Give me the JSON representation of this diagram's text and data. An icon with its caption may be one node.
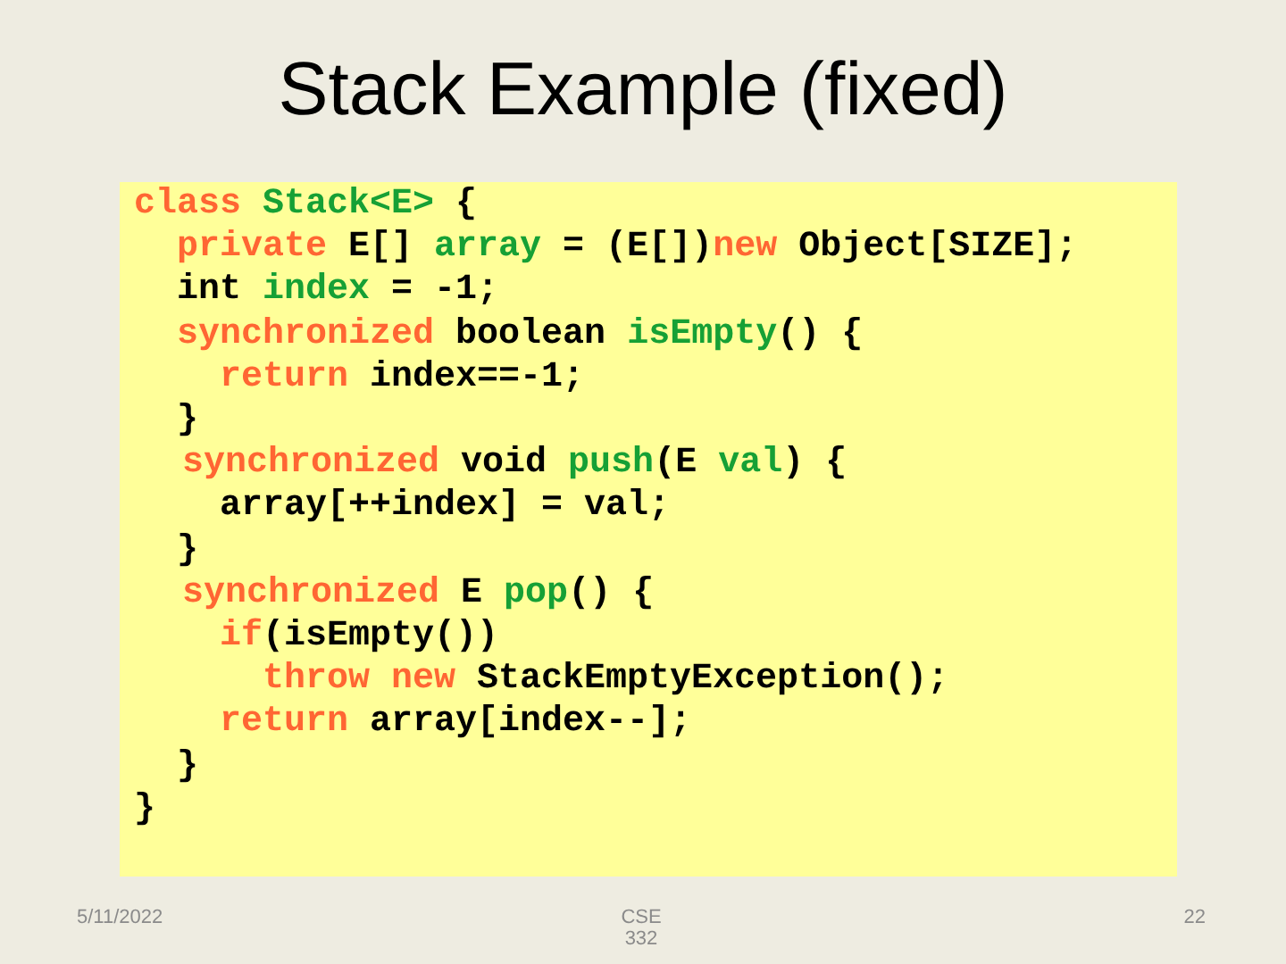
{
  "diagram": {
    "title": "Stack Example (fixed)",
    "nodes": [
      {
        "text": [
          "class Stack<E> {",
          "private E[] array = (E[])new Object[SIZE];",
          "int index = -1;",
          "synchronized boolean isEmpty() {",
          "return index==-1;",
          "}",
          "synchronized void push(E val) {",
          "array[++index] = val;",
          "}",
          "synchronized E pop() {",
          "if(isEmpty())",
          "throw new StackEmptyException();",
          "return array[index--];",
          "}",
          "}"
        ]
      }
    ],
    "labels": [
      "5/11/2022",
      "CSE 332",
      "22"
    ]
  }
}
